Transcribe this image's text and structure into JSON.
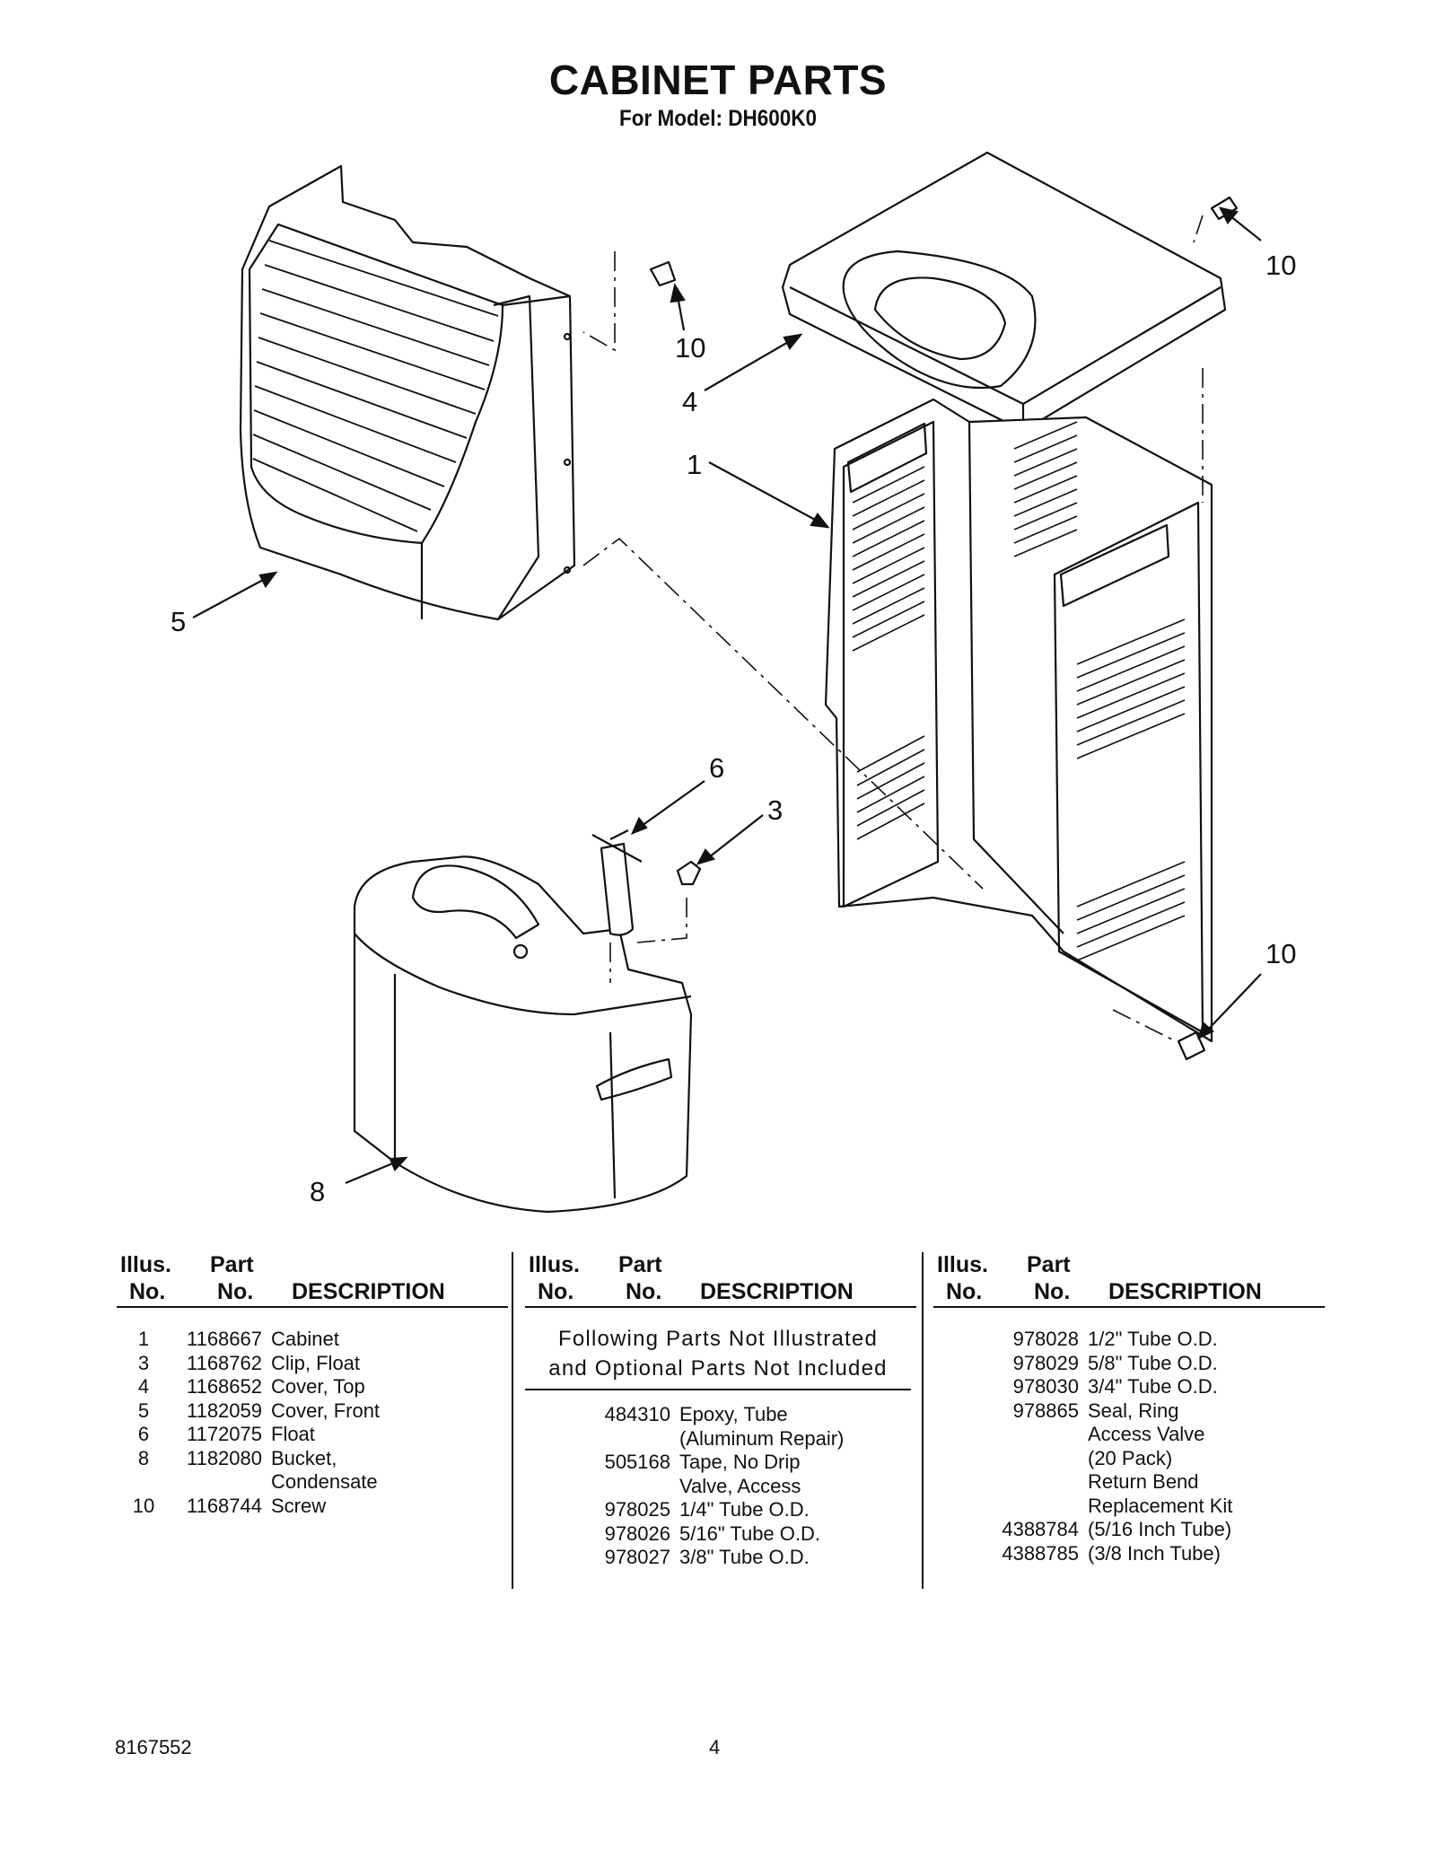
{
  "page": {
    "title": "CABINET PARTS",
    "subtitle": "For Model: DH600K0",
    "doc_number": "8167552",
    "page_number": "4"
  },
  "diagram": {
    "callouts": [
      "1",
      "3",
      "4",
      "5",
      "6",
      "8",
      "10",
      "10",
      "10"
    ]
  },
  "table": {
    "headers": {
      "illus_line1": "Illus.",
      "illus_line2": "No.",
      "part_line1": "Part",
      "part_line2": "No.",
      "description": "DESCRIPTION"
    },
    "col1_rows": [
      {
        "illus": "1",
        "part": "1168667",
        "desc": [
          "Cabinet"
        ]
      },
      {
        "illus": "3",
        "part": "1168762",
        "desc": [
          "Clip, Float"
        ]
      },
      {
        "illus": "4",
        "part": "1168652",
        "desc": [
          "Cover, Top"
        ]
      },
      {
        "illus": "5",
        "part": "1182059",
        "desc": [
          "Cover, Front"
        ]
      },
      {
        "illus": "6",
        "part": "1172075",
        "desc": [
          "Float"
        ]
      },
      {
        "illus": "8",
        "part": "1182080",
        "desc": [
          "Bucket,",
          "Condensate"
        ]
      },
      {
        "illus": "10",
        "part": "1168744",
        "desc": [
          "Screw"
        ]
      }
    ],
    "note_line1": "Following Parts Not Illustrated",
    "note_line2": "and Optional Parts Not Included",
    "col2_rows": [
      {
        "illus": "",
        "part": "484310",
        "desc": [
          "Epoxy, Tube",
          "(Aluminum Repair)"
        ]
      },
      {
        "illus": "",
        "part": "505168",
        "desc": [
          "Tape, No Drip",
          "Valve, Access"
        ]
      },
      {
        "illus": "",
        "part": "978025",
        "desc": [
          "1/4\" Tube O.D."
        ]
      },
      {
        "illus": "",
        "part": "978026",
        "desc": [
          "5/16\" Tube O.D."
        ]
      },
      {
        "illus": "",
        "part": "978027",
        "desc": [
          "3/8\" Tube O.D."
        ]
      }
    ],
    "col3_rows": [
      {
        "illus": "",
        "part": "978028",
        "desc": [
          "1/2\" Tube O.D."
        ]
      },
      {
        "illus": "",
        "part": "978029",
        "desc": [
          "5/8\" Tube O.D."
        ]
      },
      {
        "illus": "",
        "part": "978030",
        "desc": [
          "3/4\" Tube O.D."
        ]
      },
      {
        "illus": "",
        "part": "978865",
        "desc": [
          "Seal, Ring",
          "Access Valve",
          "(20 Pack)",
          "Return Bend",
          "Replacement Kit"
        ]
      },
      {
        "illus": "",
        "part": "4388784",
        "desc": [
          "(5/16 Inch Tube)"
        ]
      },
      {
        "illus": "",
        "part": "4388785",
        "desc": [
          "(3/8 Inch Tube)"
        ]
      }
    ]
  }
}
